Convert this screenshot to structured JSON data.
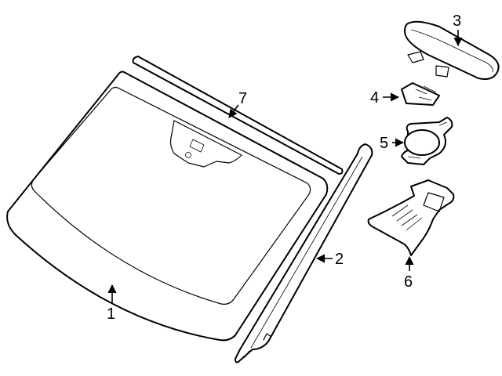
{
  "callouts": [
    {
      "id": "1",
      "label": "1",
      "part": "windshield-glass"
    },
    {
      "id": "2",
      "label": "2",
      "part": "side-molding"
    },
    {
      "id": "3",
      "label": "3",
      "part": "rear-view-mirror"
    },
    {
      "id": "4",
      "label": "4",
      "part": "mirror-bracket"
    },
    {
      "id": "5",
      "label": "5",
      "part": "rain-sensor"
    },
    {
      "id": "6",
      "label": "6",
      "part": "sensor-cover"
    },
    {
      "id": "7",
      "label": "7",
      "part": "upper-molding"
    }
  ],
  "colors": {
    "line": "#000000",
    "background": "#ffffff"
  }
}
